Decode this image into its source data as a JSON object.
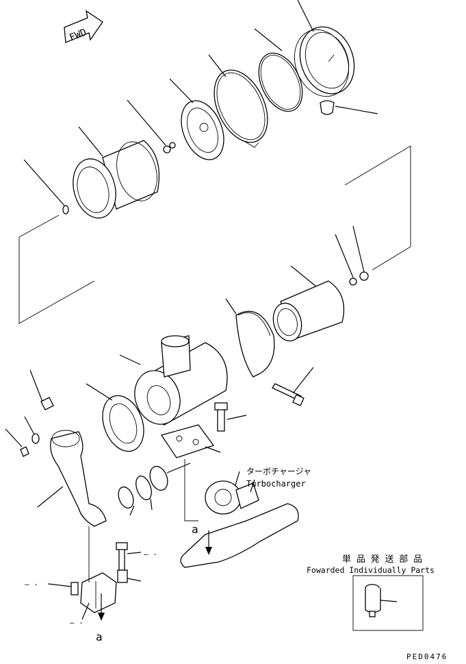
{
  "direction_arrow": {
    "label": "FWD"
  },
  "callouts": {
    "turbocharger_jp": "ターボチャージャ",
    "turbocharger_en": "Turbocharger",
    "view_ref_upper": "a",
    "view_ref_lower": "a",
    "dash_left_1": "– -",
    "dash_left_2": "– -",
    "dash_right": "– -"
  },
  "note": {
    "jp": "単 品 発 送 部 品",
    "en": "Fowarded Individually Parts"
  },
  "drawing_code": "PED0476"
}
